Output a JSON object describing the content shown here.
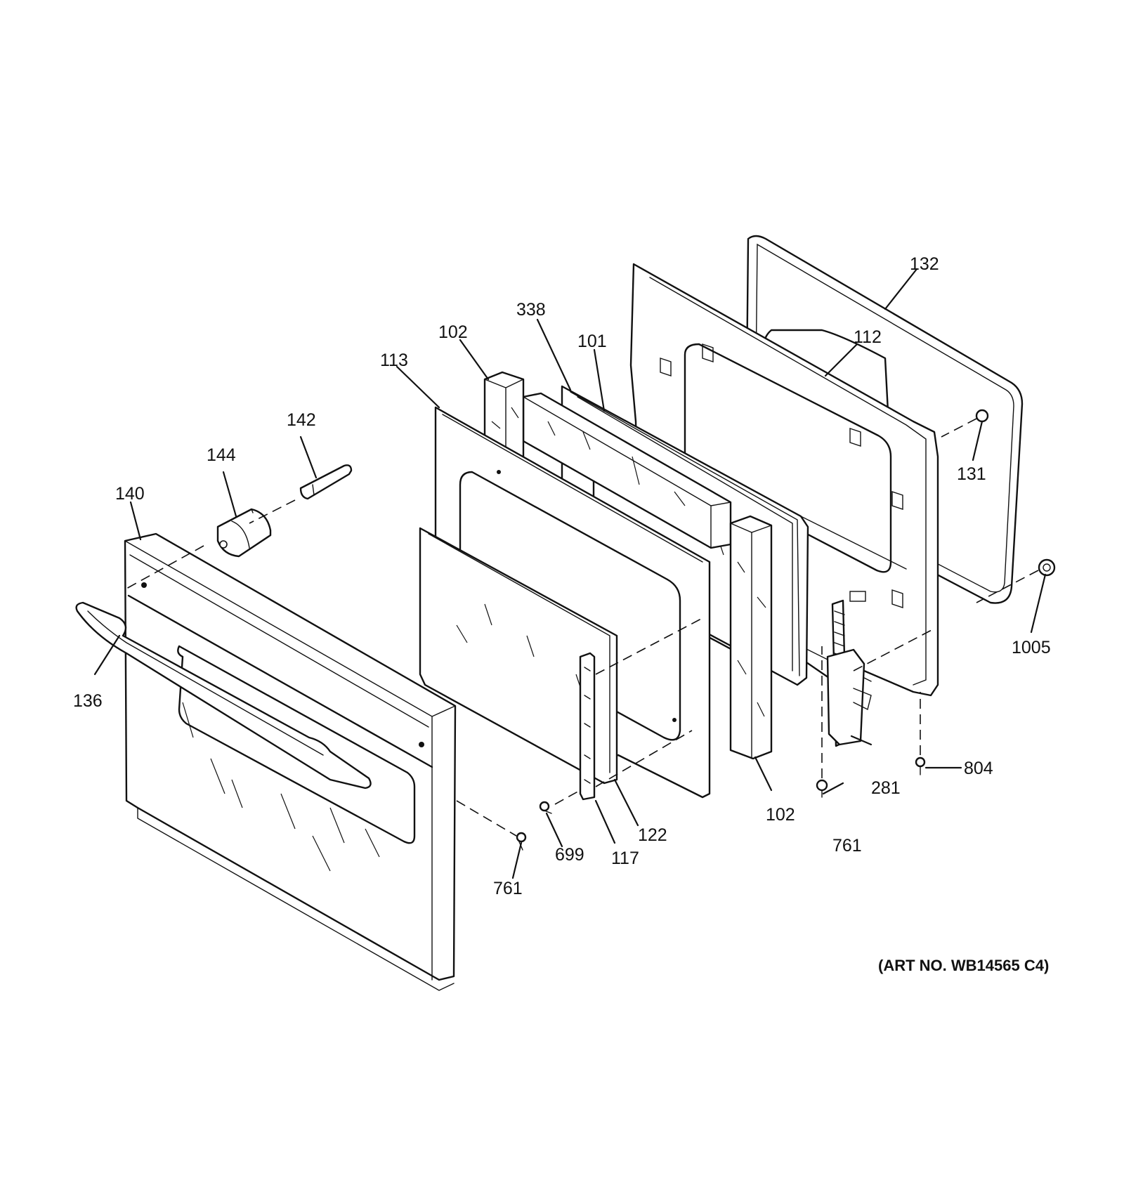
{
  "callouts": {
    "c132": "132",
    "c112": "112",
    "c338": "338",
    "c101": "101",
    "c102_top": "102",
    "c113": "113",
    "c142": "142",
    "c144": "144",
    "c140": "140",
    "c136": "136",
    "c131": "131",
    "c1005": "1005",
    "c804": "804",
    "c281": "281",
    "c761_right": "761",
    "c102_bottom": "102",
    "c122": "122",
    "c117": "117",
    "c699": "699",
    "c761_left": "761"
  },
  "art_number": "(ART NO. WB14565 C4)"
}
